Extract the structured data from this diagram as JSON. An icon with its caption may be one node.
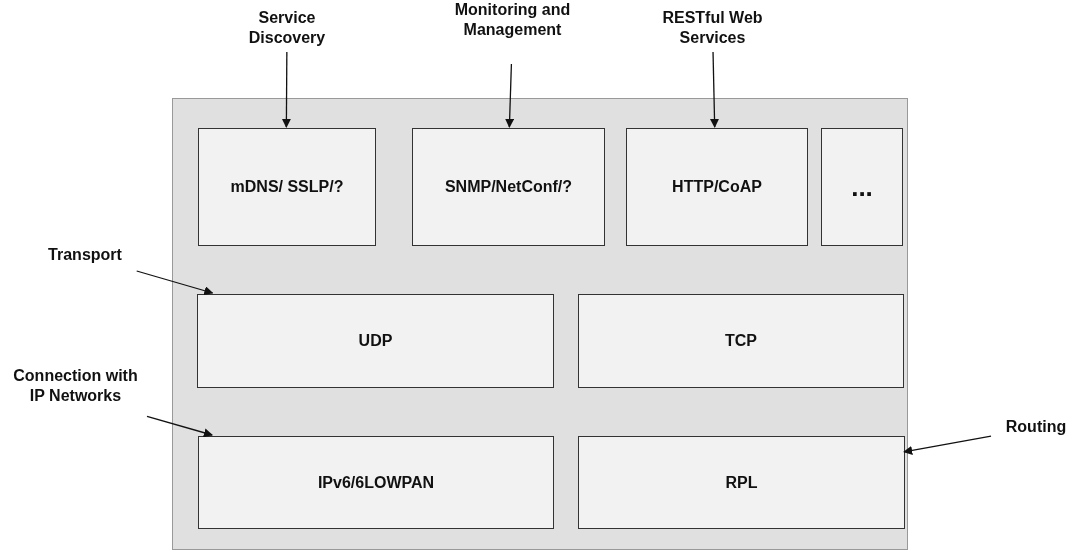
{
  "diagram": {
    "nodes": [
      {
        "text": [
          "Service Discovery"
        ]
      },
      {
        "text": [
          "Monitoring and Management"
        ]
      },
      {
        "text": [
          "RESTful Web Services"
        ]
      },
      {
        "text": [],
        "shape": "box"
      },
      {
        "text": [
          "mDNS/ SSLP/?"
        ],
        "in": 3
      },
      {
        "text": [
          "SNMP/NetConf/?"
        ],
        "in": 3
      },
      {
        "text": [
          "HTTP/CoAP"
        ],
        "in": 3
      },
      {
        "text": [
          "..."
        ],
        "in": 3
      },
      {
        "text": [
          "Transport"
        ]
      },
      {
        "text": [
          "UDP"
        ],
        "in": 3
      },
      {
        "text": [
          "TCP"
        ],
        "in": 3
      },
      {
        "text": [
          "Connection with IP Networks"
        ]
      },
      {
        "text": [
          "IPv6/6LOWPAN"
        ],
        "in": 3
      },
      {
        "text": [
          "RPL"
        ],
        "in": 3
      },
      {
        "text": [
          "Routing"
        ]
      }
    ],
    "edges": [
      {
        "from": 0,
        "to": 4,
        "arrow": "to"
      },
      {
        "from": 1,
        "to": 5,
        "arrow": "to"
      },
      {
        "from": 2,
        "to": 6,
        "arrow": "to"
      },
      {
        "from": 8,
        "to": 9,
        "arrow": "to"
      },
      {
        "from": 11,
        "to": 12,
        "arrow": "to"
      },
      {
        "from": 14,
        "to": 13,
        "arrow": "to"
      }
    ]
  }
}
